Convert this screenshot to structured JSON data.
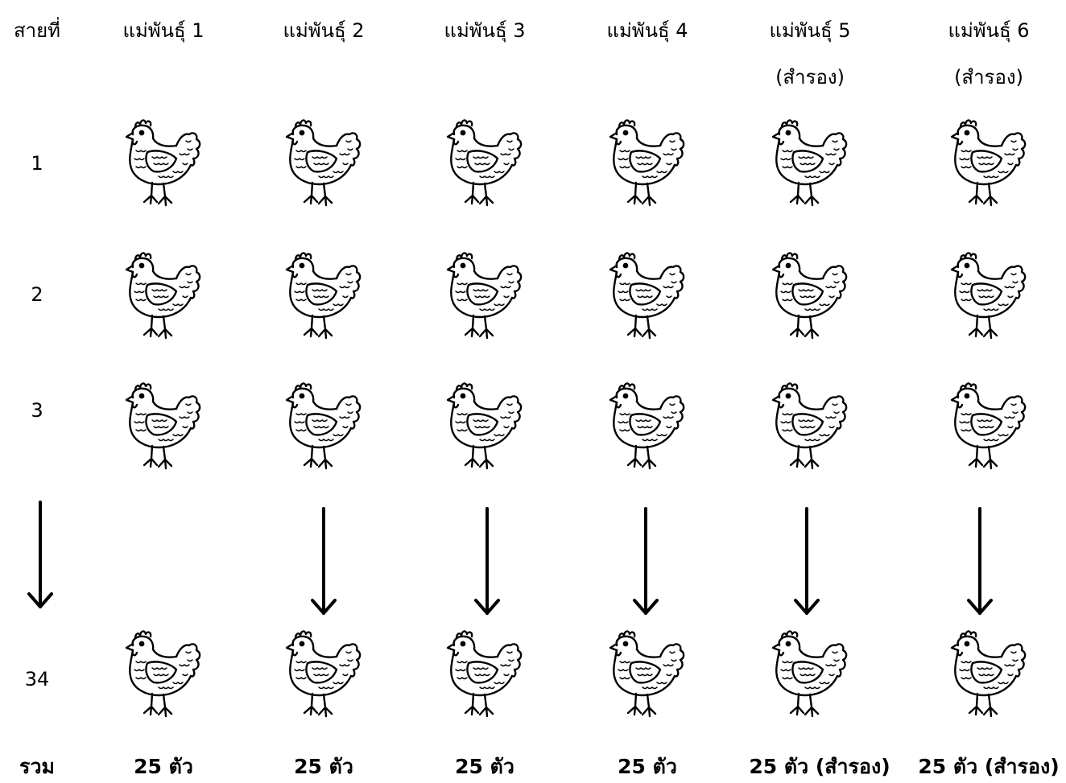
{
  "header": {
    "line_label": "สายที่",
    "breeds": [
      {
        "name": "แม่พันธุ์ 1",
        "note": ""
      },
      {
        "name": "แม่พันธุ์ 2",
        "note": ""
      },
      {
        "name": "แม่พันธุ์ 3",
        "note": ""
      },
      {
        "name": "แม่พันธุ์ 4",
        "note": ""
      },
      {
        "name": "แม่พันธุ์ 5",
        "note": "(สำรอง)"
      },
      {
        "name": "แม่พันธุ์ 6",
        "note": "(สำรอง)"
      }
    ]
  },
  "rows": [
    {
      "label": "1"
    },
    {
      "label": "2"
    },
    {
      "label": "3"
    },
    {
      "label": "34"
    }
  ],
  "icons": {
    "hen": "hen-icon",
    "arrow": "down-arrow-icon"
  },
  "totals": {
    "label": "รวม",
    "values": [
      "25 ตัว",
      "25 ตัว",
      "25 ตัว",
      "25 ตัว",
      "25 ตัว (สำรอง)",
      "25 ตัว (สำรอง)"
    ]
  }
}
